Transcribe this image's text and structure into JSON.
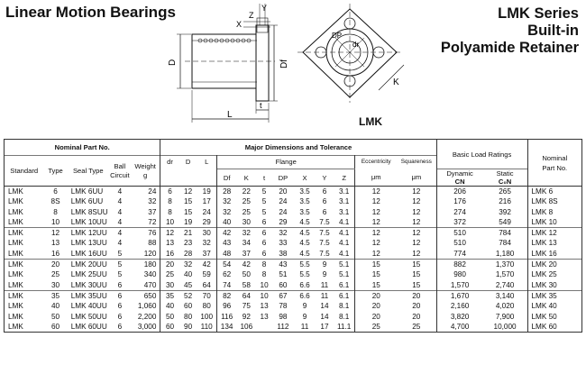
{
  "header": {
    "title": "Linear Motion Bearings",
    "series_line1": "LMK Series",
    "series_line2": "Built-in",
    "series_line3": "Polyamide Retainer"
  },
  "drawing": {
    "label_D": "D",
    "label_Df": "Df",
    "label_L": "L",
    "label_t": "t",
    "label_X": "X",
    "label_Y": "Y",
    "label_Z": "Z",
    "label_dr": "dr",
    "label_DP": "DP",
    "label_K": "K",
    "label_LMK": "LMK"
  },
  "table": {
    "group_nominal": "Nominal Part No.",
    "group_major": "Major Dimensions and Tolerance",
    "group_flange": "Flange",
    "col_standard": "Standard",
    "col_type": "Type",
    "col_seal": "Seal Type",
    "col_ball_1": "Ball",
    "col_ball_2": "Circuit",
    "col_weight_1": "Weight",
    "col_weight_2": "g",
    "col_dr": "dr",
    "col_D": "D",
    "col_L": "L",
    "col_Df": "Df",
    "col_K": "K",
    "col_t": "t",
    "col_DP": "DP",
    "col_X": "X",
    "col_Y": "Y",
    "col_Z": "Z",
    "col_ecc": "Eccentricity",
    "col_sq": "Squareness",
    "unit_um1": "μm",
    "unit_um2": "μm",
    "col_basic": "Basic Load Ratings",
    "col_dynamic_1": "Dynamic",
    "col_dynamic_2": "CN",
    "col_static_1": "Static",
    "col_static_2": "C₀N",
    "col_nominal_1": "Nominal",
    "col_nominal_2": "Part No.",
    "rows": [
      [
        "LMK",
        "6",
        "LMK 6UU",
        "4",
        "24",
        "6",
        "12",
        "19",
        "28",
        "22",
        "5",
        "20",
        "3.5",
        "6",
        "3.1",
        "12",
        "12",
        "206",
        "265",
        "LMK 6"
      ],
      [
        "LMK",
        "8S",
        "LMK 6UU",
        "4",
        "32",
        "8",
        "15",
        "17",
        "32",
        "25",
        "5",
        "24",
        "3.5",
        "6",
        "3.1",
        "12",
        "12",
        "176",
        "216",
        "LMK 8S"
      ],
      [
        "LMK",
        "8",
        "LMK 8SUU",
        "4",
        "37",
        "8",
        "15",
        "24",
        "32",
        "25",
        "5",
        "24",
        "3.5",
        "6",
        "3.1",
        "12",
        "12",
        "274",
        "392",
        "LMK 8"
      ],
      [
        "LMK",
        "10",
        "LMK 10UU",
        "4",
        "72",
        "10",
        "19",
        "29",
        "40",
        "30",
        "6",
        "29",
        "4.5",
        "7.5",
        "4.1",
        "12",
        "12",
        "372",
        "549",
        "LMK 10"
      ],
      [
        "LMK",
        "12",
        "LMK 12UU",
        "4",
        "76",
        "12",
        "21",
        "30",
        "42",
        "32",
        "6",
        "32",
        "4.5",
        "7.5",
        "4.1",
        "12",
        "12",
        "510",
        "784",
        "LMK 12"
      ],
      [
        "LMK",
        "13",
        "LMK 13UU",
        "4",
        "88",
        "13",
        "23",
        "32",
        "43",
        "34",
        "6",
        "33",
        "4.5",
        "7.5",
        "4.1",
        "12",
        "12",
        "510",
        "784",
        "LMK 13"
      ],
      [
        "LMK",
        "16",
        "LMK 16UU",
        "5",
        "120",
        "16",
        "28",
        "37",
        "48",
        "37",
        "6",
        "38",
        "4.5",
        "7.5",
        "4.1",
        "12",
        "12",
        "774",
        "1,180",
        "LMK 16"
      ],
      [
        "LMK",
        "20",
        "LMK 20UU",
        "5",
        "180",
        "20",
        "32",
        "42",
        "54",
        "42",
        "8",
        "43",
        "5.5",
        "9",
        "5.1",
        "15",
        "15",
        "882",
        "1,370",
        "LMK 20"
      ],
      [
        "LMK",
        "25",
        "LMK 25UU",
        "5",
        "340",
        "25",
        "40",
        "59",
        "62",
        "50",
        "8",
        "51",
        "5.5",
        "9",
        "5.1",
        "15",
        "15",
        "980",
        "1,570",
        "LMK 25"
      ],
      [
        "LMK",
        "30",
        "LMK 30UU",
        "6",
        "470",
        "30",
        "45",
        "64",
        "74",
        "58",
        "10",
        "60",
        "6.6",
        "11",
        "6.1",
        "15",
        "15",
        "1,570",
        "2,740",
        "LMK 30"
      ],
      [
        "LMK",
        "35",
        "LMK 35UU",
        "6",
        "650",
        "35",
        "52",
        "70",
        "82",
        "64",
        "10",
        "67",
        "6.6",
        "11",
        "6.1",
        "20",
        "20",
        "1,670",
        "3,140",
        "LMK 35"
      ],
      [
        "LMK",
        "40",
        "LMK 40UU",
        "6",
        "1,060",
        "40",
        "60",
        "80",
        "96",
        "75",
        "13",
        "78",
        "9",
        "14",
        "8.1",
        "20",
        "20",
        "2,160",
        "4,020",
        "LMK 40"
      ],
      [
        "LMK",
        "50",
        "LMK 50UU",
        "6",
        "2,200",
        "50",
        "80",
        "100",
        "116",
        "92",
        "13",
        "98",
        "9",
        "14",
        "8.1",
        "20",
        "20",
        "3,820",
        "7,900",
        "LMK 50"
      ],
      [
        "LMK",
        "60",
        "LMK 60UU",
        "6",
        "3,000",
        "60",
        "90",
        "110",
        "134",
        "106",
        "",
        "112",
        "11",
        "17",
        "11.1",
        "25",
        "25",
        "4,700",
        "10,000",
        "LMK 60"
      ]
    ]
  }
}
